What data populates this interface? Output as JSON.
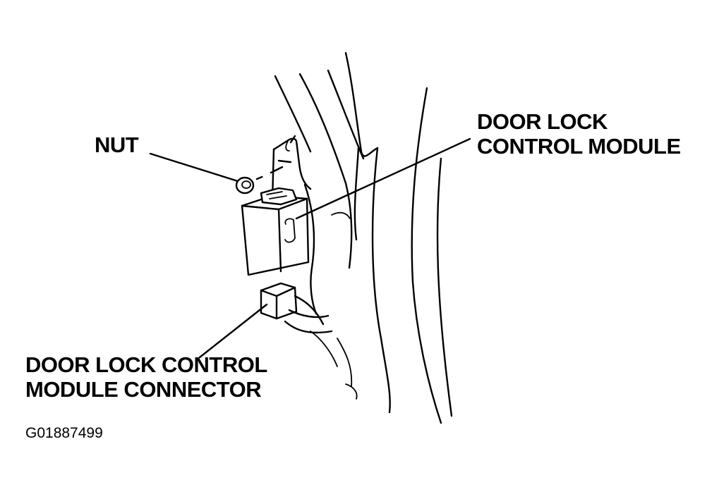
{
  "labels": {
    "nut": "NUT",
    "module": [
      "DOOR LOCK",
      "CONTROL MODULE"
    ],
    "connector": [
      "DOOR LOCK CONTROL",
      "MODULE CONNECTOR"
    ],
    "figure_id": "G01887499"
  },
  "colors": {
    "ink": "#000000",
    "background": "#ffffff"
  }
}
